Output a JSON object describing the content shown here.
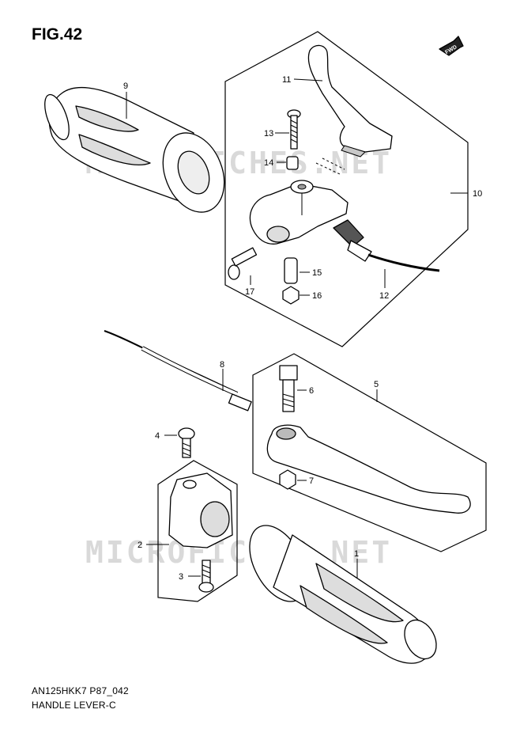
{
  "figure": {
    "title": "FIG.42",
    "code": "AN125HKK7 P87_042",
    "name": "HANDLE LEVER-C",
    "fwd_label": "FWD",
    "watermark": "MICROFICHES.NET"
  },
  "callouts": {
    "p1": "1",
    "p2": "2",
    "p3": "3",
    "p4": "4",
    "p5": "5",
    "p6": "6",
    "p7": "7",
    "p8": "8",
    "p9": "9",
    "p10": "10",
    "p11": "11",
    "p12": "12",
    "p13": "13",
    "p14": "14",
    "p15": "15",
    "p16": "16",
    "p17": "17"
  }
}
